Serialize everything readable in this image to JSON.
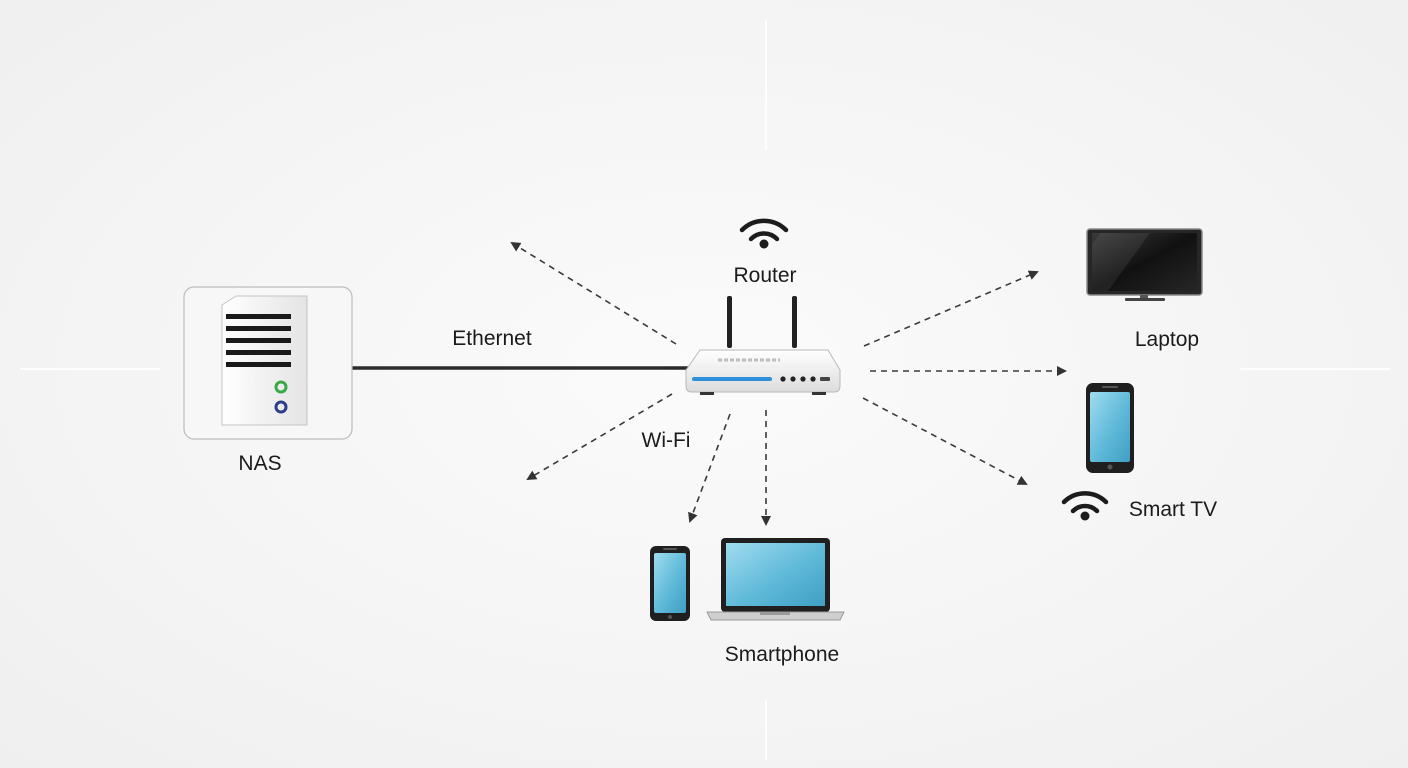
{
  "labels": {
    "router": "Router",
    "nas": "NAS",
    "ethernet": "Ethernet",
    "wifi": "Wi-Fi",
    "laptop": "Laptop",
    "smart_tv": "Smart TV",
    "smartphone": "Smartphone"
  },
  "colors": {
    "background": "#f5f5f5",
    "line": "#3a3a3a",
    "screen_blue": "#6cc3e0",
    "router_accent": "#2f8fd8",
    "nas_led_green": "#3aa845",
    "nas_led_blue": "#2c3e8c"
  },
  "icons": [
    "wifi-icon",
    "router-icon",
    "nas-server-icon",
    "monitor-icon",
    "smartphone-icon",
    "laptop-icon"
  ]
}
